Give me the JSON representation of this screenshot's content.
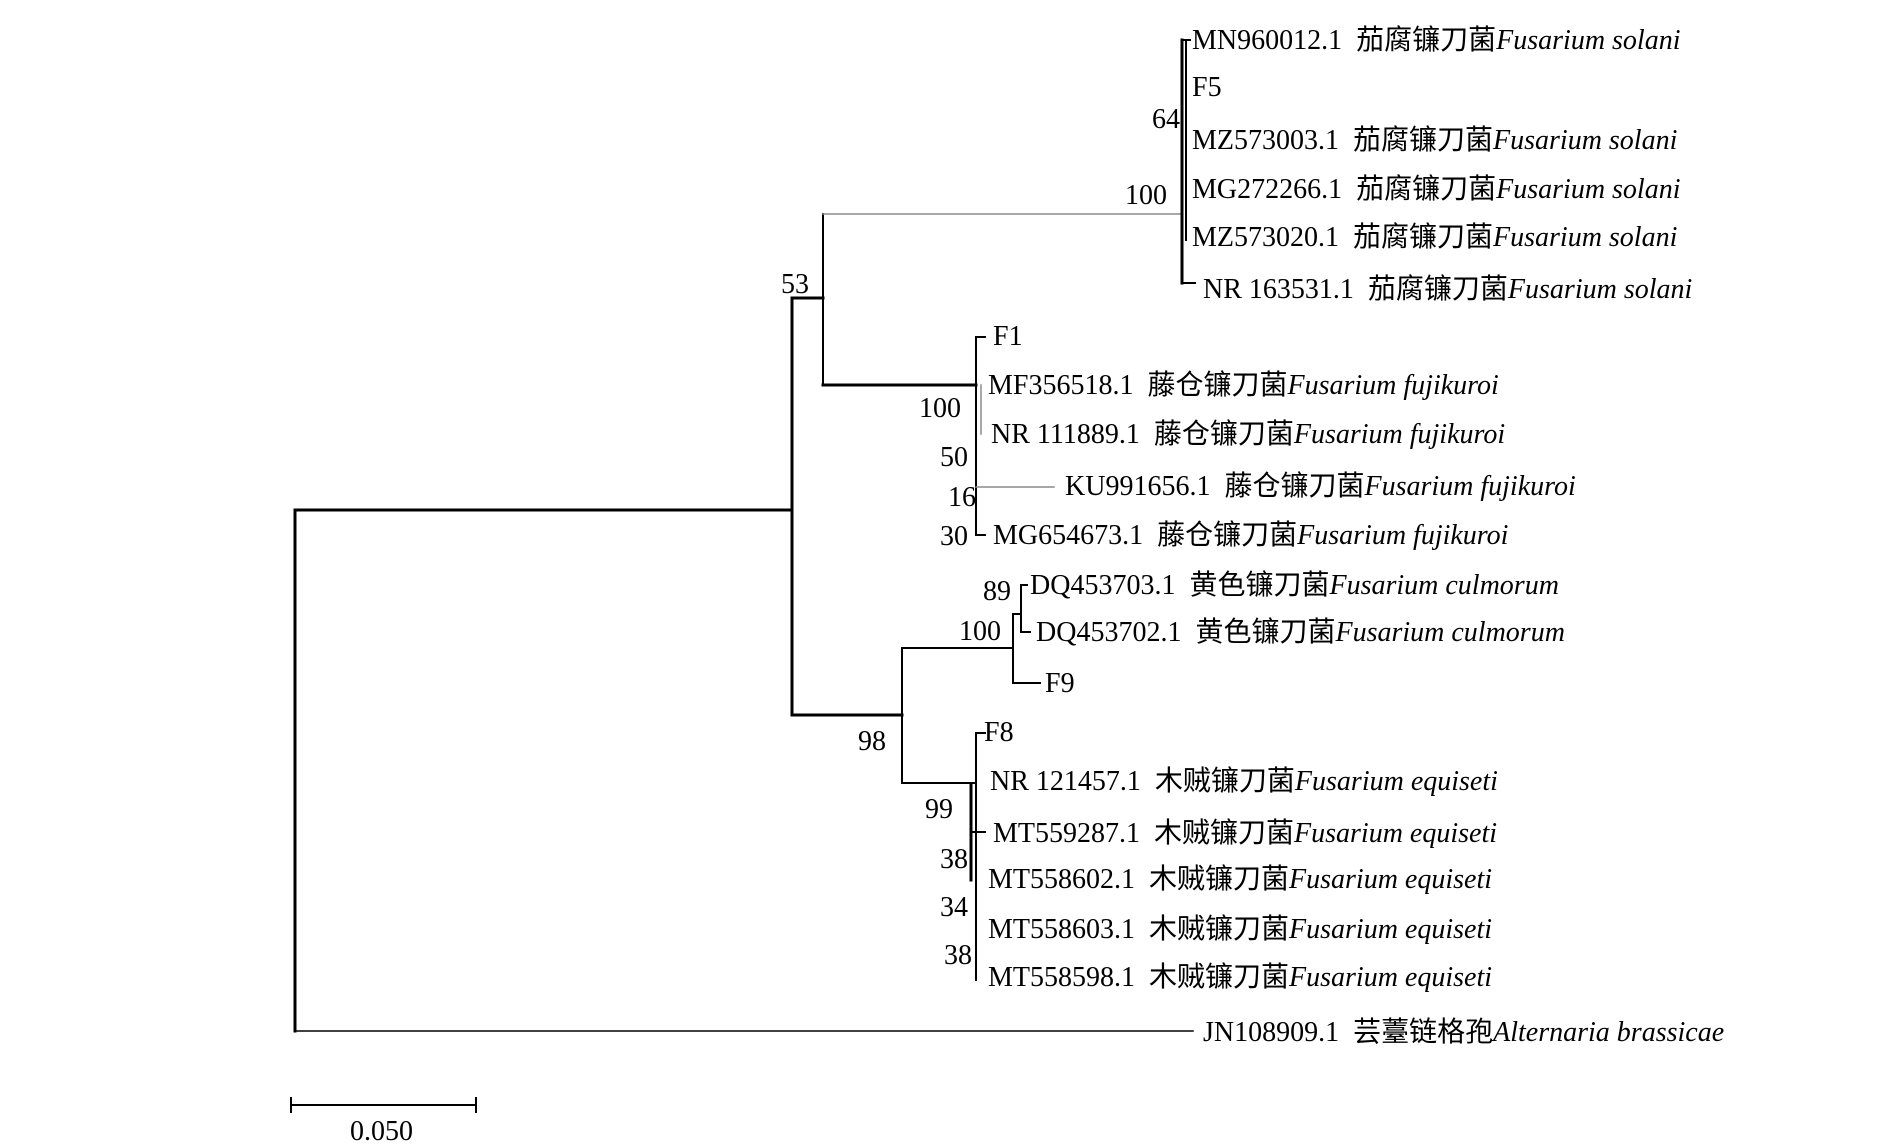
{
  "tree": {
    "taxa": [
      {
        "id": "t1",
        "accession": "MN960012.1",
        "cn": "茄腐镰刀菌",
        "species": "Fusarium solani"
      },
      {
        "id": "t2",
        "accession": "F5",
        "cn": "",
        "species": ""
      },
      {
        "id": "t3",
        "accession": "MZ573003.1",
        "cn": "茄腐镰刀菌",
        "species": "Fusarium solani"
      },
      {
        "id": "t4",
        "accession": "MG272266.1",
        "cn": "茄腐镰刀菌",
        "species": "Fusarium solani"
      },
      {
        "id": "t5",
        "accession": "MZ573020.1",
        "cn": "茄腐镰刀菌",
        "species": "Fusarium solani"
      },
      {
        "id": "t6",
        "accession": "NR 163531.1",
        "cn": "茄腐镰刀菌",
        "species": "Fusarium solani"
      },
      {
        "id": "t7",
        "accession": "F1",
        "cn": "",
        "species": ""
      },
      {
        "id": "t8",
        "accession": "MF356518.1",
        "cn": "藤仓镰刀菌",
        "species": "Fusarium fujikuroi"
      },
      {
        "id": "t9",
        "accession": "NR 111889.1",
        "cn": "藤仓镰刀菌",
        "species": "Fusarium fujikuroi"
      },
      {
        "id": "t10",
        "accession": "KU991656.1",
        "cn": "藤仓镰刀菌",
        "species": "Fusarium fujikuroi"
      },
      {
        "id": "t11",
        "accession": "MG654673.1",
        "cn": "藤仓镰刀菌",
        "species": "Fusarium fujikuroi"
      },
      {
        "id": "t12",
        "accession": "DQ453703.1",
        "cn": "黄色镰刀菌",
        "species": "Fusarium culmorum"
      },
      {
        "id": "t13",
        "accession": "DQ453702.1",
        "cn": "黄色镰刀菌",
        "species": "Fusarium culmorum"
      },
      {
        "id": "t14",
        "accession": "F9",
        "cn": "",
        "species": ""
      },
      {
        "id": "t15",
        "accession": "F8",
        "cn": "",
        "species": ""
      },
      {
        "id": "t16",
        "accession": "NR 121457.1",
        "cn": "木贼镰刀菌",
        "species": "Fusarium equiseti"
      },
      {
        "id": "t17",
        "accession": "MT559287.1",
        "cn": "木贼镰刀菌",
        "species": "Fusarium equiseti"
      },
      {
        "id": "t18",
        "accession": "MT558602.1",
        "cn": "木贼镰刀菌",
        "species": "Fusarium equiseti"
      },
      {
        "id": "t19",
        "accession": "MT558603.1",
        "cn": "木贼镰刀菌",
        "species": "Fusarium equiseti"
      },
      {
        "id": "t20",
        "accession": "MT558598.1",
        "cn": "木贼镰刀菌",
        "species": "Fusarium equiseti"
      },
      {
        "id": "t21",
        "accession": "JN108909.1",
        "cn": "芸薹链格孢",
        "species": "Alternaria brassicae"
      }
    ],
    "bootstrap": [
      "64",
      "100",
      "53",
      "100",
      "50",
      "16",
      "30",
      "89",
      "100",
      "98",
      "99",
      "38",
      "34",
      "38"
    ],
    "scale_bar": {
      "label": "0.050",
      "value": 0.05
    },
    "colors": {
      "line": "#000000",
      "light_line": "#8a8a8a"
    }
  }
}
